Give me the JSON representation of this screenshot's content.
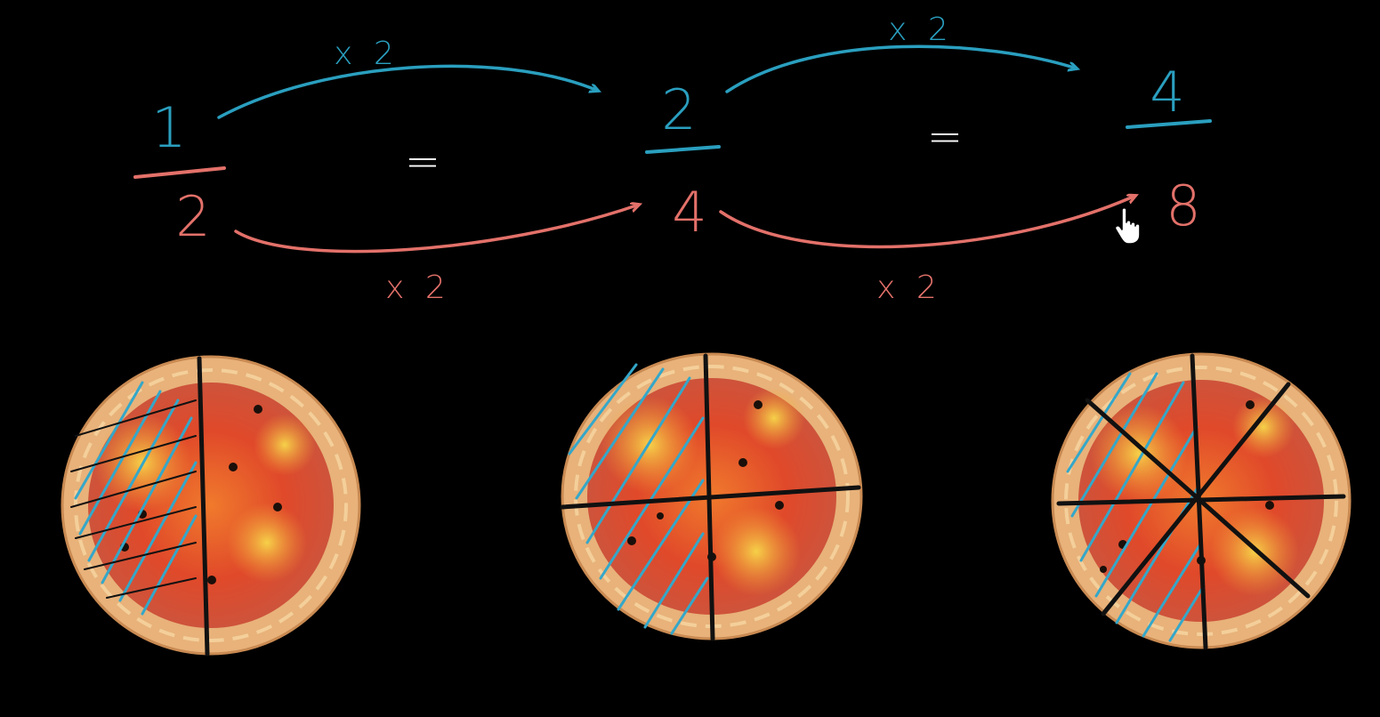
{
  "colors": {
    "background": "#000000",
    "numerator": "#2a9fbf",
    "denominator": "#e3716a",
    "equals": "#ffffff",
    "crust": "#e8b27a",
    "sauce": "#e0492a",
    "cheese": "#f2c14a",
    "cut_line": "#111111",
    "hatch_blue": "#34a7c9"
  },
  "fractions": [
    {
      "numerator": "1",
      "denominator": "2"
    },
    {
      "numerator": "2",
      "denominator": "4"
    },
    {
      "numerator": "4",
      "denominator": "8"
    }
  ],
  "equals_signs": [
    "=",
    "="
  ],
  "top_multipliers": [
    "x 2",
    "x 2"
  ],
  "bottom_multipliers": [
    "x 2",
    "x 2"
  ],
  "pizzas": [
    {
      "slices": 2,
      "shaded_slices": 1
    },
    {
      "slices": 4,
      "shaded_slices": 2
    },
    {
      "slices": 8,
      "shaded_slices": 4
    }
  ],
  "cursor_icon": "hand-pointer-icon"
}
